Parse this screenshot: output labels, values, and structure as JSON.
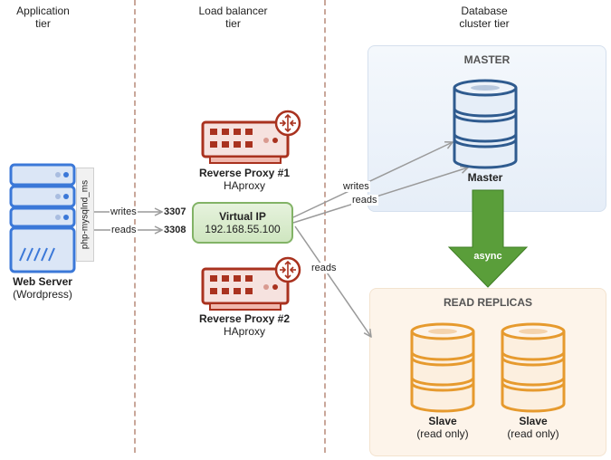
{
  "tiers": {
    "application": [
      "Application",
      "tier"
    ],
    "load_balancer": [
      "Load balancer",
      "tier"
    ],
    "database": [
      "Database",
      "cluster tier"
    ]
  },
  "web_server": {
    "name": "Web Server",
    "subtitle": "(Wordpress)",
    "driver": "php-mysqlnd_ms",
    "icon": "server-icon"
  },
  "connections": {
    "writes_label": "writes",
    "reads_label": "reads",
    "writes_port": "3307",
    "reads_port": "3308"
  },
  "proxies": [
    {
      "name": "Reverse Proxy #1",
      "software": "HAproxy",
      "icon": "router-switch-icon"
    },
    {
      "name": "Reverse Proxy #2",
      "software": "HAproxy",
      "icon": "router-switch-icon"
    }
  ],
  "virtual_ip": {
    "title": "Virtual IP",
    "address": "192.168.55.100"
  },
  "vip_edges": {
    "writes": "writes",
    "reads_master": "reads",
    "reads_replicas": "reads"
  },
  "master_group": {
    "title": "MASTER",
    "node": "Master",
    "icon": "database-icon"
  },
  "replication": {
    "label": "async"
  },
  "replica_group": {
    "title": "READ REPLICAS",
    "nodes": [
      {
        "name": "Slave",
        "mode": "(read only)"
      },
      {
        "name": "Slave",
        "mode": "(read only)"
      }
    ]
  },
  "colors": {
    "server_blue": "#3b78d8",
    "db_blue": "#2f5b8f",
    "proxy_red": "#a9321f",
    "replica_orange": "#e69a2e",
    "async_green": "#5a9e3a",
    "vip_green": "#82b366",
    "divider": "#c9a79a",
    "edge_gray": "#9a9a9a"
  }
}
